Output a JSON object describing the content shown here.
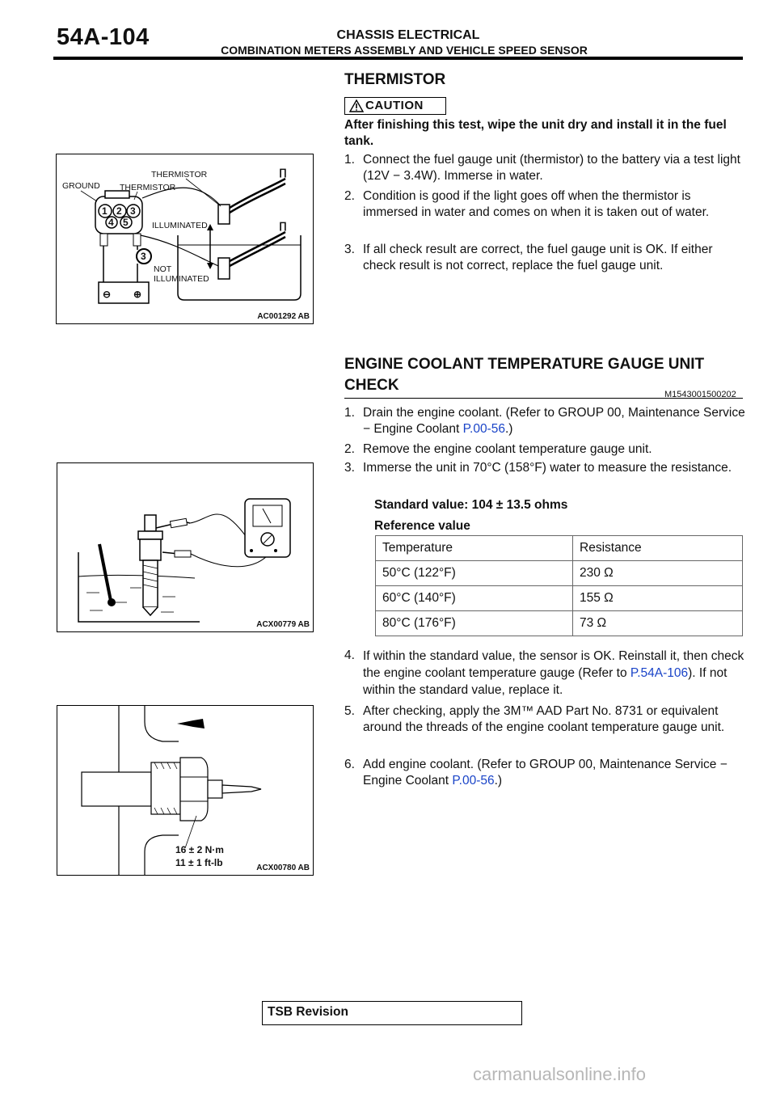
{
  "header": {
    "page_number": "54A-104",
    "section": "CHASSIS ELECTRICAL",
    "subsection": "COMBINATION METERS ASSEMBLY AND VEHICLE SPEED SENSOR"
  },
  "thermistor": {
    "title": "THERMISTOR",
    "caution_label": "CAUTION",
    "caution_text": "After finishing this test, wipe the unit dry and install it in the fuel tank.",
    "steps": [
      {
        "num": "1.",
        "text": "Connect the fuel gauge unit (thermistor) to the battery via a test light (12V − 3.4W). Immerse in water."
      },
      {
        "num": "2.",
        "text": "Condition is good if the light goes off when the thermistor is immersed in water and comes on when it is taken out of water."
      },
      {
        "num": "3.",
        "text": "If all check result are correct, the fuel gauge unit is OK. If either check result is not correct, replace the fuel gauge unit."
      }
    ]
  },
  "figure1": {
    "id": "AC001292 AB",
    "labels": {
      "ground": "GROUND",
      "thermistor_top": "THERMISTOR",
      "thermistor_mid": "THERMISTOR",
      "illuminated": "ILLUMINATED",
      "not": "NOT",
      "not_illuminated": "ILLUMINATED"
    },
    "pins": [
      "1",
      "2",
      "3",
      "4",
      "5"
    ],
    "circle_marker": "3"
  },
  "coolant": {
    "title_line1": "ENGINE COOLANT TEMPERATURE GAUGE UNIT",
    "title_line2": "CHECK",
    "code": "M1543001500202",
    "step1": {
      "num": "1.",
      "text": "Drain the engine coolant. (Refer to GROUP 00, Maintenance Service − Engine Coolant ",
      "link": "P.00-56",
      "after": ".)"
    },
    "step2": {
      "num": "2.",
      "text": "Remove the engine coolant temperature gauge unit."
    },
    "step3": {
      "num": "3.",
      "text": "Immerse the unit in 70°C (158°F) water to measure the resistance."
    },
    "standard_value": "Standard value: 104 ± 13.5 ohms",
    "reference_label": "Reference value",
    "table": {
      "headers": [
        "Temperature",
        "Resistance"
      ],
      "rows": [
        [
          "50°C (122°F)",
          "230 Ω"
        ],
        [
          "60°C (140°F)",
          "155 Ω"
        ],
        [
          "80°C (176°F)",
          "73 Ω"
        ]
      ]
    },
    "step4": {
      "num": "4.",
      "text": "If within the standard value, the sensor is OK. Reinstall it, then check the engine coolant temperature gauge (Refer to ",
      "link": "P.54A-106",
      "after": "). If not within the standard value, replace it."
    },
    "step5": {
      "num": "5.",
      "text": "After checking, apply the 3M™ AAD Part No. 8731 or equivalent around the threads of the engine coolant temperature gauge unit."
    },
    "step6": {
      "num": "6.",
      "text": "Add engine coolant. (Refer to GROUP 00, Maintenance Service − Engine Coolant ",
      "link": "P.00-56",
      "after": ".)"
    }
  },
  "figure2": {
    "id": "ACX00779 AB"
  },
  "figure3": {
    "id": "ACX00780 AB",
    "torque_nm": "16 ± 2 N·m",
    "torque_ftlb": "11 ± 1 ft-lb"
  },
  "footer": {
    "tsb": "TSB Revision",
    "watermark": "carmanualsonline.info"
  }
}
